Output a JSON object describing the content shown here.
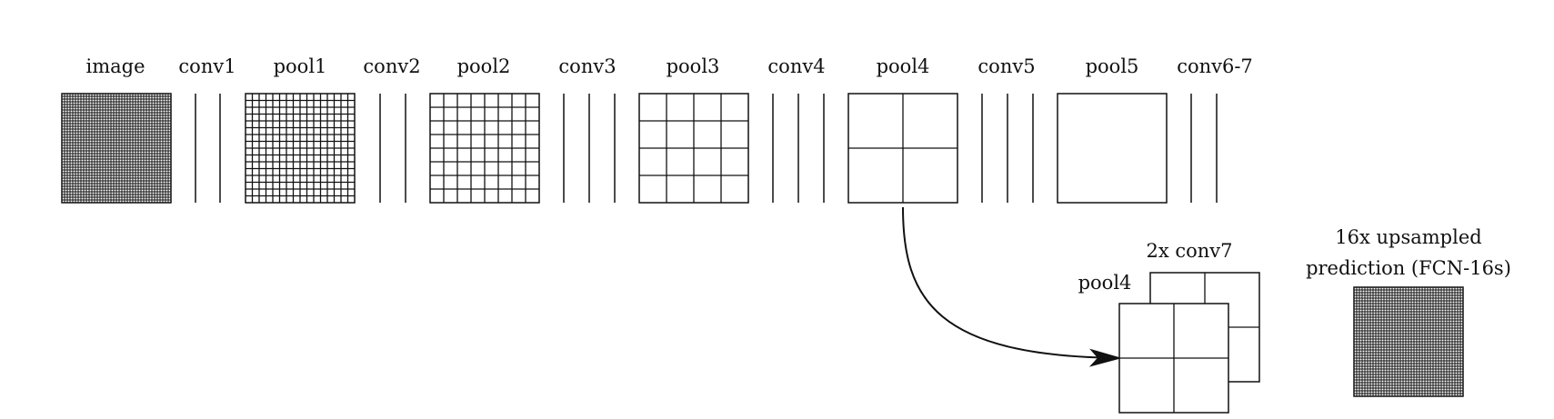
{
  "stages": [
    {
      "id": "image",
      "label": "image",
      "kind": "grid",
      "grid": 40
    },
    {
      "id": "conv1",
      "label": "conv1",
      "kind": "lines",
      "lines": 2
    },
    {
      "id": "pool1",
      "label": "pool1",
      "kind": "grid",
      "grid": 16
    },
    {
      "id": "conv2",
      "label": "conv2",
      "kind": "lines",
      "lines": 2
    },
    {
      "id": "pool2",
      "label": "pool2",
      "kind": "grid",
      "grid": 8
    },
    {
      "id": "conv3",
      "label": "conv3",
      "kind": "lines",
      "lines": 3
    },
    {
      "id": "pool3",
      "label": "pool3",
      "kind": "grid",
      "grid": 4
    },
    {
      "id": "conv4",
      "label": "conv4",
      "kind": "lines",
      "lines": 3
    },
    {
      "id": "pool4",
      "label": "pool4",
      "kind": "grid",
      "grid": 2
    },
    {
      "id": "conv5",
      "label": "conv5",
      "kind": "lines",
      "lines": 3
    },
    {
      "id": "pool5",
      "label": "pool5",
      "kind": "grid",
      "grid": 1
    },
    {
      "id": "conv6-7",
      "label": "conv6-7",
      "kind": "lines",
      "lines": 2
    }
  ],
  "fusion": {
    "conv7_label": "2x conv7",
    "pool4_label": "pool4",
    "conv7_grid": 2,
    "pool4_grid": 2
  },
  "output": {
    "label_line1": "16x upsampled",
    "label_line2": "prediction (FCN-16s)",
    "grid": 40
  },
  "colors": {
    "stroke": "#111111",
    "background": "#ffffff"
  }
}
